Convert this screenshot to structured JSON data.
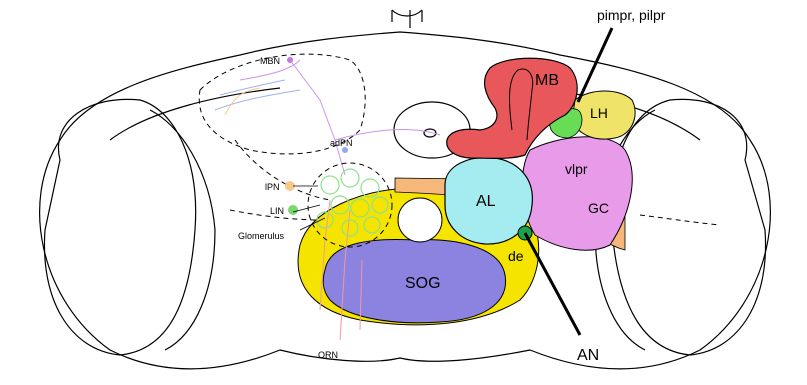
{
  "labels": {
    "mb": "MB",
    "lh": "LH",
    "vlpr": "vlpr",
    "al": "AL",
    "gc": "GC",
    "de": "de",
    "sog": "SOG",
    "an": "AN",
    "pimpr": "pimpr, pilpr",
    "mbn": "MBN",
    "adpn": "adPN",
    "lpn": "lPN",
    "lin": "LIN",
    "glomerulus": "Glomerulus",
    "orn": "ORN"
  },
  "colors": {
    "mb": "#e8575a",
    "lh": "#f0e36a",
    "stalk_green": "#66dd55",
    "vlpr": "#e79be8",
    "al": "#a4ecf0",
    "gc": "#f5b77a",
    "de": "#f5e400",
    "sog": "#8c82e0",
    "an_dot": "#1aa34a",
    "orn": "#f09a9a",
    "pn_purple": "#c995f0",
    "glom_green": "#8fe08a",
    "lpn_dot": "#f5c98a",
    "lin_dot": "#7ad66e",
    "mbn_dot": "#c07ae0"
  }
}
